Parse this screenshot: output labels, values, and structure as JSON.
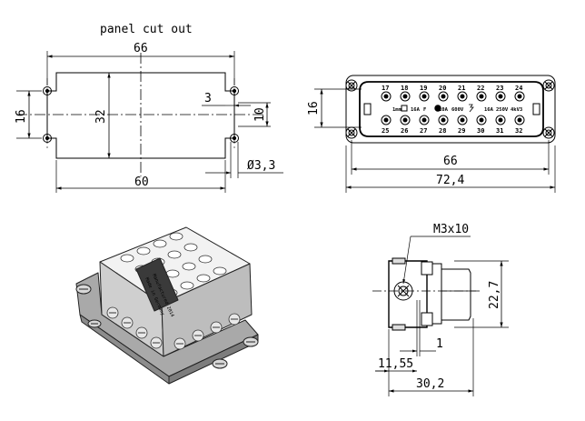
{
  "panel_cutout": {
    "title": "panel cut out",
    "width_outer": "66",
    "width_inner": "60",
    "height_outer": "16",
    "height_inner": "32",
    "offset": "3",
    "slot_height": "10",
    "hole_diameter": "Ø3,3"
  },
  "front_view": {
    "height": "16",
    "pitch_width": "66",
    "total_width": "72,4",
    "top_row_numbers": [
      "17",
      "18",
      "19",
      "20",
      "21",
      "22",
      "23",
      "24"
    ],
    "bottom_row_numbers": [
      "25",
      "26",
      "27",
      "28",
      "29",
      "30",
      "31",
      "32"
    ],
    "ratings": [
      "1mm",
      "16A",
      "F",
      "10A",
      "600V",
      "16A",
      "250V",
      "4kV3"
    ]
  },
  "side_view": {
    "screw_label": "M3x10",
    "height": "22,7",
    "offset": "1",
    "inner_width": "11,55",
    "total_width": "30,2"
  },
  "iso_view": {
    "label_lines": [
      "Made in Germany",
      "Manufactured 2014"
    ]
  }
}
